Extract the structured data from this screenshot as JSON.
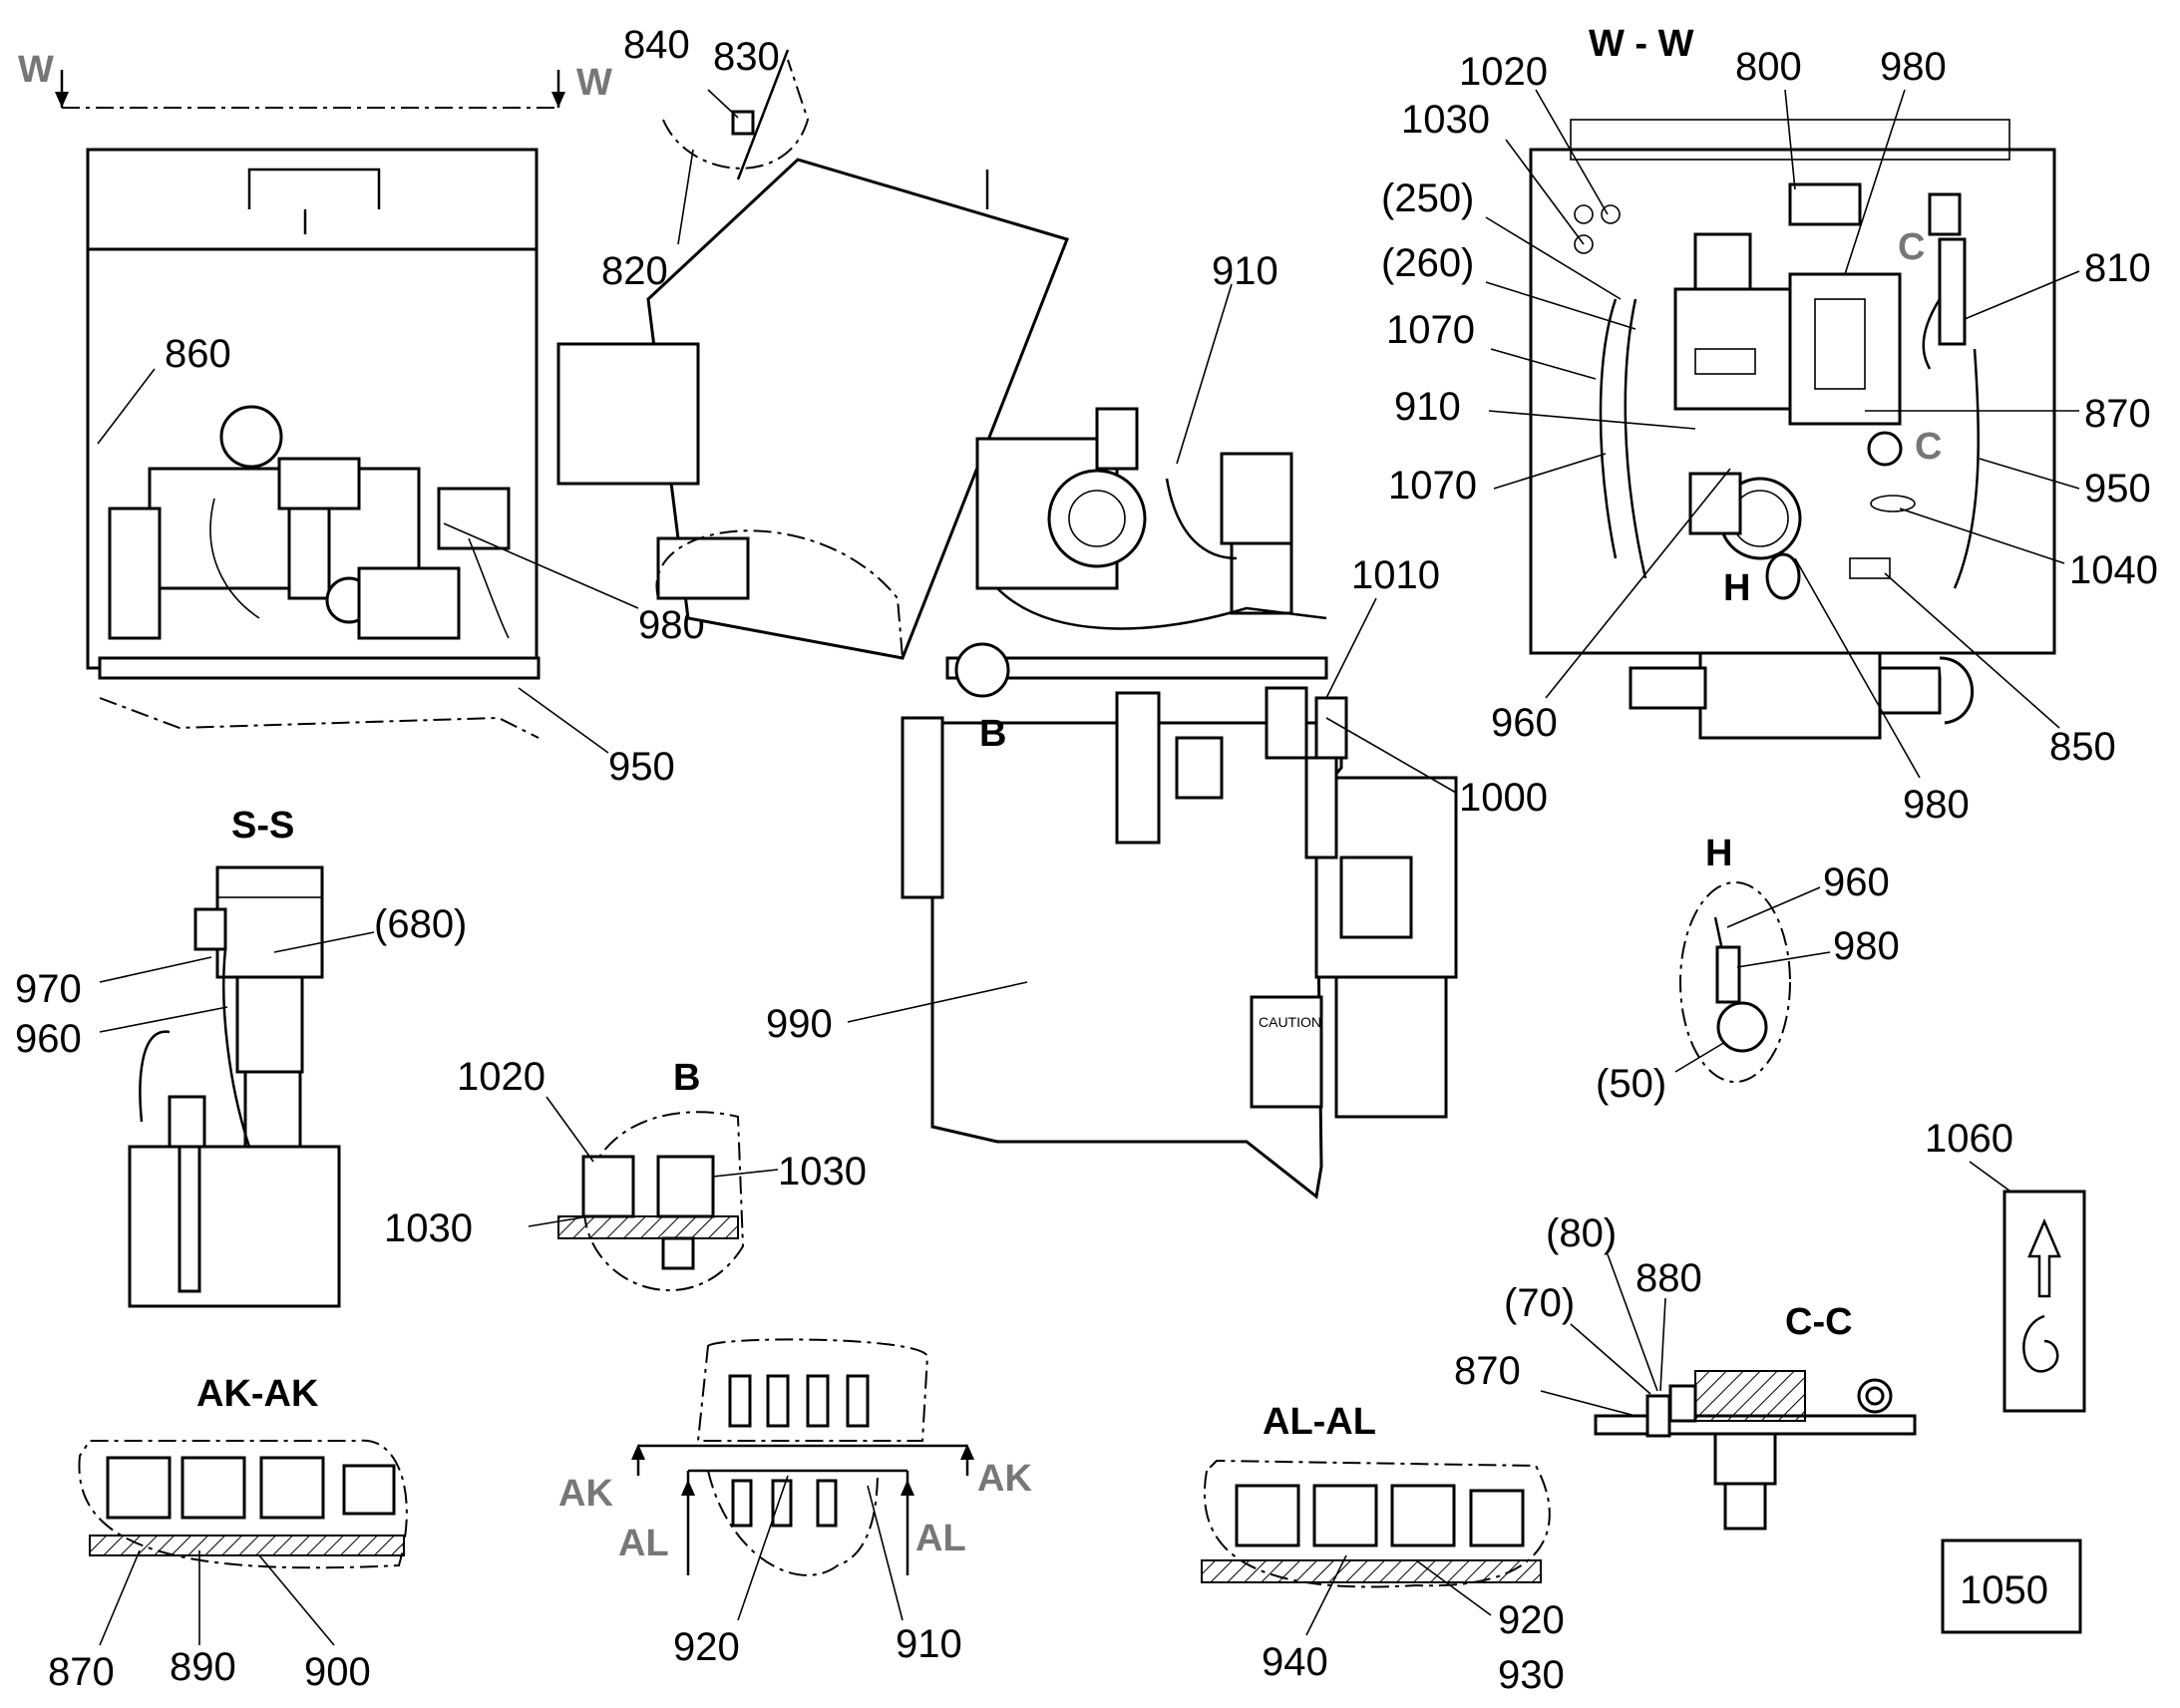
{
  "views": {
    "ww": "W - W",
    "ss": "S-S",
    "b": "B",
    "h": "H",
    "cc": "C-C",
    "akak": "AK-AK",
    "alal": "AL-AL"
  },
  "section_marks": {
    "w_left": "W",
    "w_right": "W",
    "ak_left": "AK",
    "ak_right": "AK",
    "al_left": "AL",
    "al_right": "AL",
    "c_upper": "C",
    "c_lower": "C",
    "h_mark": "H",
    "b_mark": "B"
  },
  "callouts": {
    "front": [
      "860",
      "980",
      "950"
    ],
    "cover": [
      "840",
      "830",
      "820"
    ],
    "main": [
      "910",
      "1010",
      "1000",
      "990"
    ],
    "ww": [
      "1020",
      "1030",
      "(250)",
      "(260)",
      "1070",
      "910",
      "1070",
      "800",
      "980",
      "810",
      "870",
      "950",
      "1040",
      "850",
      "980",
      "960"
    ],
    "ss": [
      "970",
      "960",
      "(680)"
    ],
    "b": [
      "1020",
      "1030",
      "1030"
    ],
    "h": [
      "960",
      "980",
      "(50)"
    ],
    "cc": [
      "(80)",
      "880",
      "(70)",
      "870"
    ],
    "akak": [
      "870",
      "890",
      "900"
    ],
    "akal": [
      "920",
      "910"
    ],
    "alal": [
      "940",
      "920",
      "930"
    ],
    "other": [
      "1060",
      "1050"
    ]
  },
  "caution_label": "CAUTION"
}
